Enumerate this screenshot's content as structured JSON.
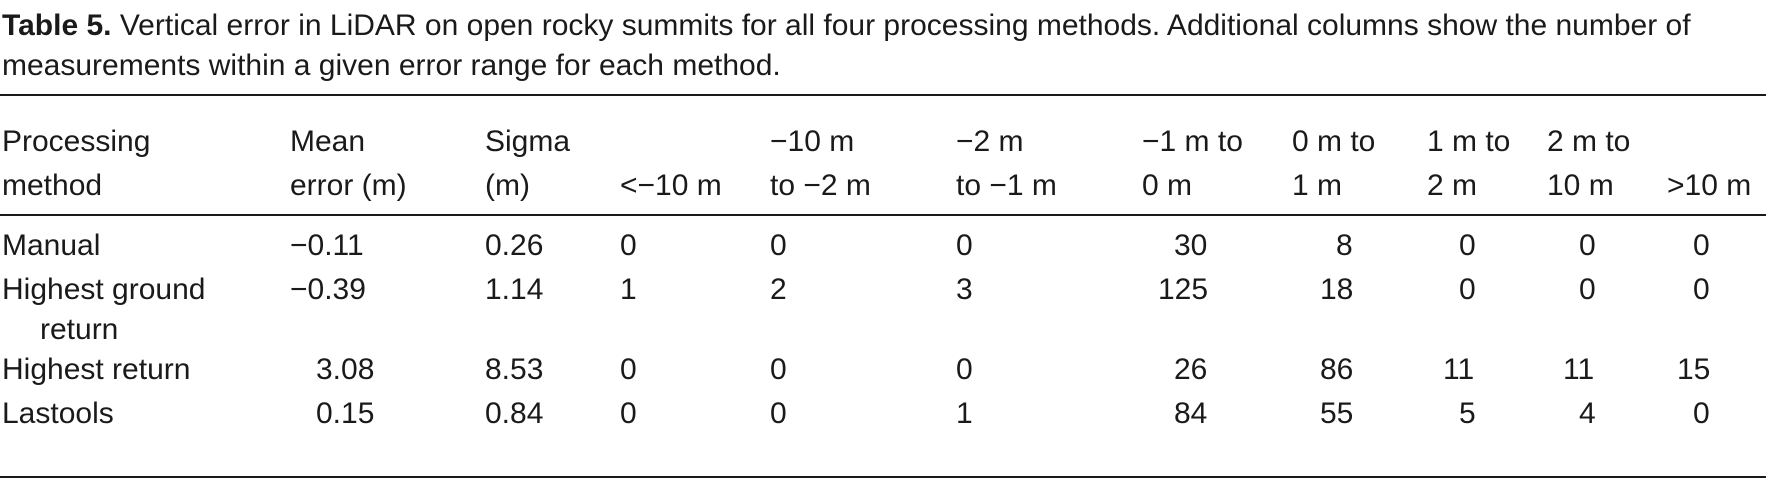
{
  "caption": {
    "label": "Table 5.",
    "text": "Vertical error in LiDAR on open rocky summits for all four processing methods. Additional columns show the number of measurements within a given error range for each method."
  },
  "headers": {
    "method": [
      "Processing",
      "method"
    ],
    "mean": [
      "Mean",
      "error (m)"
    ],
    "sigma": [
      "Sigma",
      "(m)"
    ],
    "lt10": [
      "",
      "<−10 m"
    ],
    "m10": [
      "−10 m",
      "to −2 m"
    ],
    "m2": [
      "−2 m",
      "to −1 m"
    ],
    "m1": [
      "−1 m to",
      "0 m"
    ],
    "z0": [
      "0 m to",
      "1 m"
    ],
    "p1": [
      "1 m to",
      "2 m"
    ],
    "p2": [
      "2 m to",
      "10 m"
    ],
    "gt10": [
      "",
      ">10 m"
    ]
  },
  "rows": [
    {
      "method": [
        "Manual"
      ],
      "mean": "−0.11",
      "sigma": "0.26",
      "lt10": "0",
      "m10": "0",
      "m2": "0",
      "m1": "30",
      "z0": "8",
      "p1": "0",
      "p2": "0",
      "gt10": "0"
    },
    {
      "method": [
        "Highest ground",
        "return"
      ],
      "mean": "−0.39",
      "sigma": "1.14",
      "lt10": "1",
      "m10": "2",
      "m2": "3",
      "m1": "125",
      "z0": "18",
      "p1": "0",
      "p2": "0",
      "gt10": "0"
    },
    {
      "method": [
        "Highest return"
      ],
      "mean": "3.08",
      "sigma": "8.53",
      "lt10": "0",
      "m10": "0",
      "m2": "0",
      "m1": "26",
      "z0": "86",
      "p1": "11",
      "p2": "11",
      "gt10": "15"
    },
    {
      "method": [
        "Lastools"
      ],
      "mean": "0.15",
      "sigma": "0.84",
      "lt10": "0",
      "m10": "0",
      "m2": "1",
      "m1": "84",
      "z0": "55",
      "p1": "5",
      "p2": "4",
      "gt10": "0"
    }
  ]
}
